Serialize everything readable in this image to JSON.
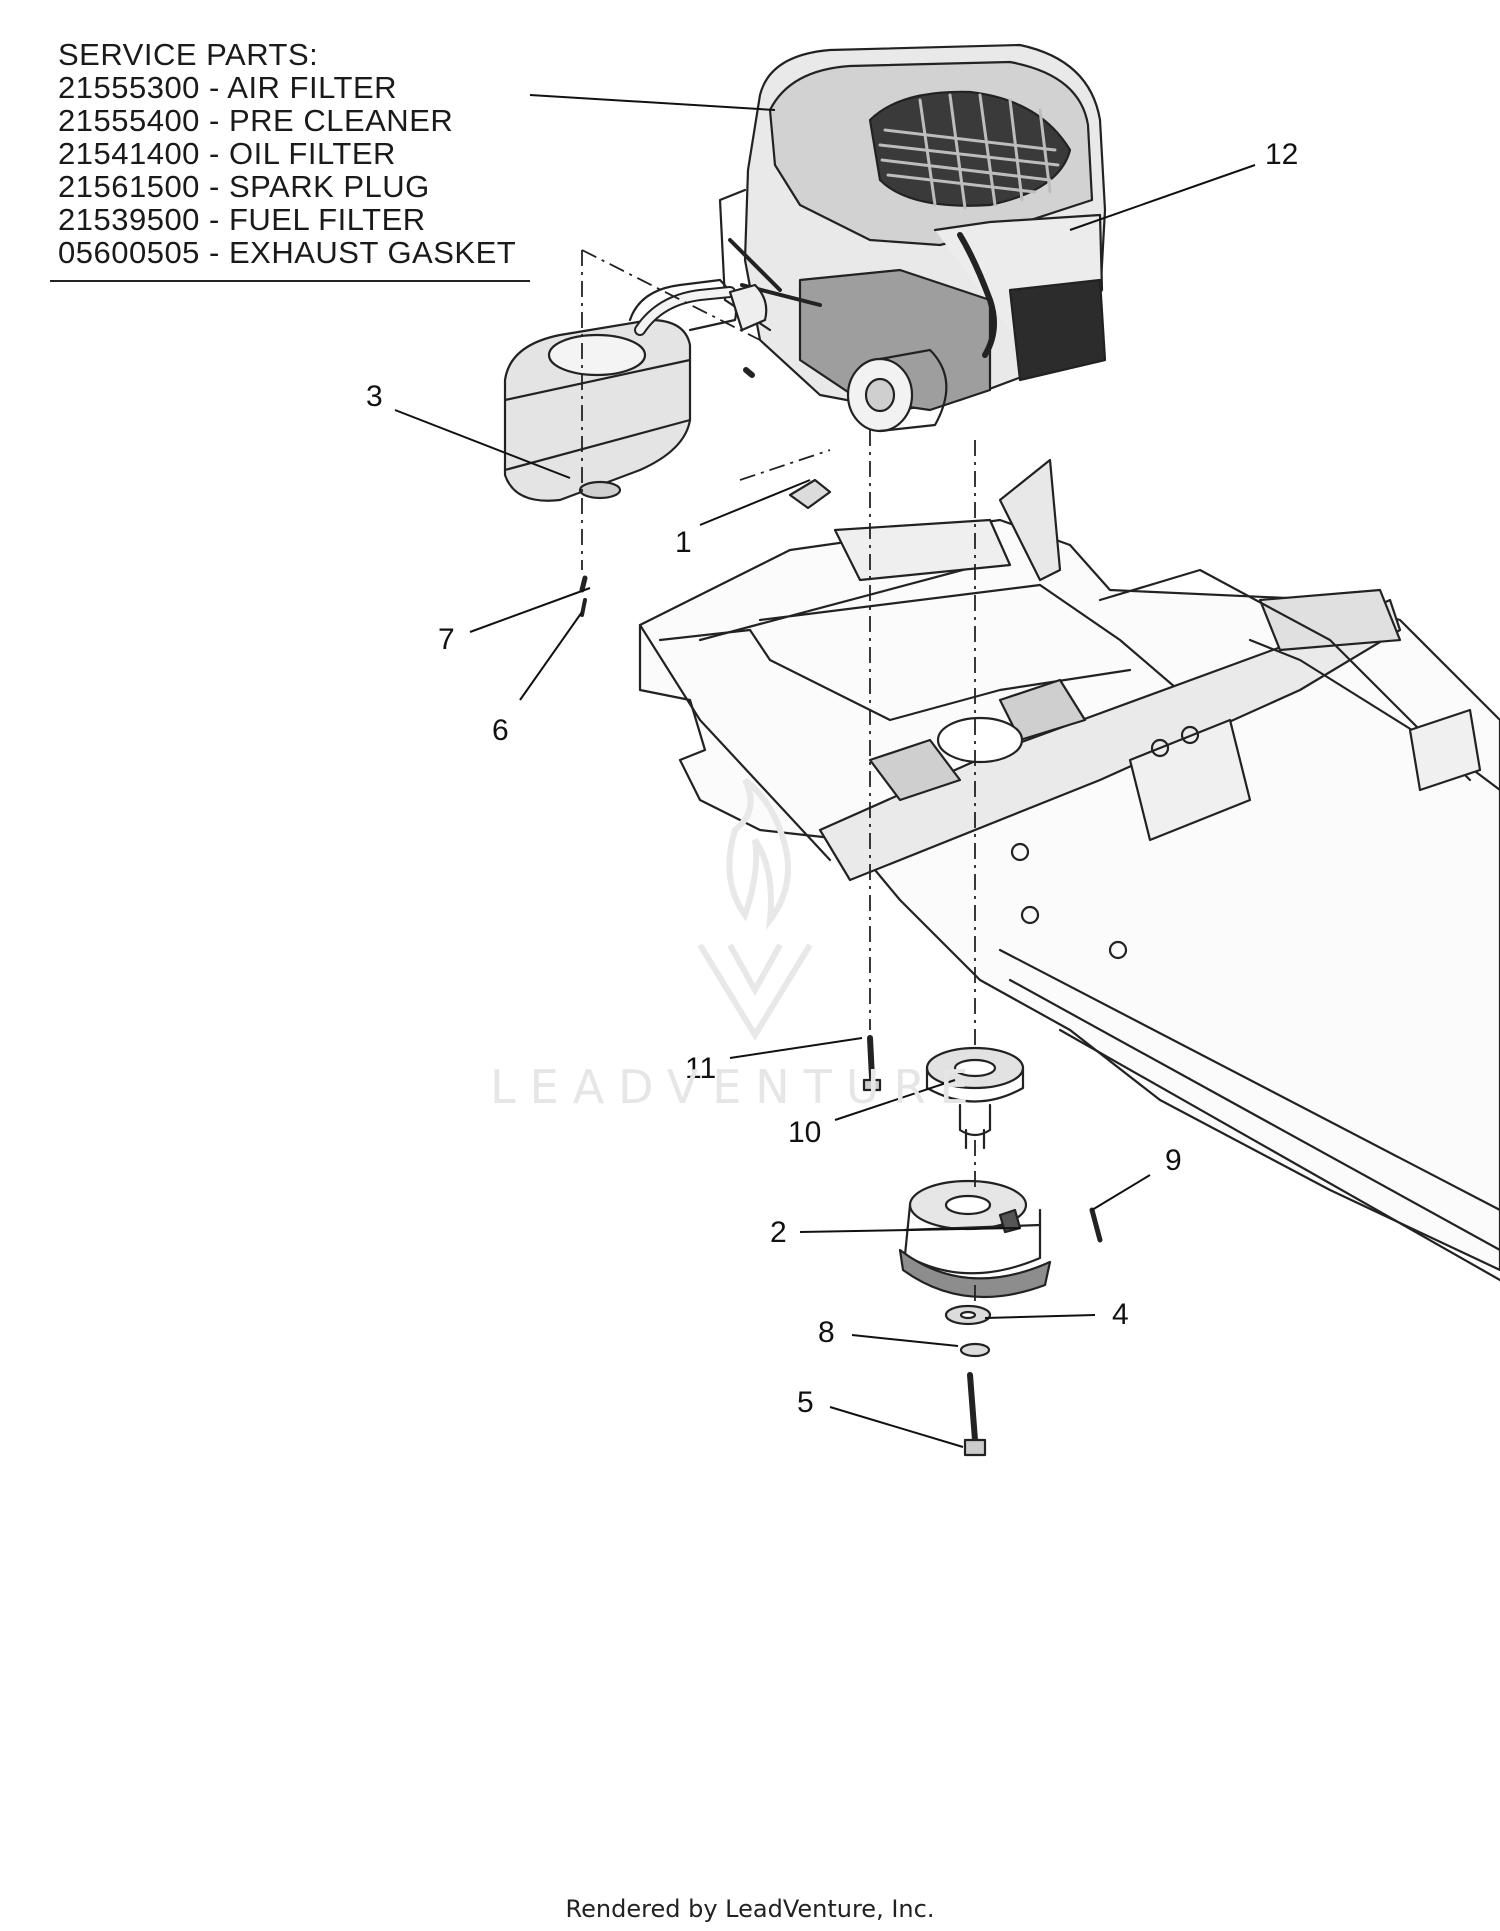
{
  "service_parts": {
    "heading": "SERVICE PARTS:",
    "items": [
      "21555300 - AIR FILTER",
      "21555400 - PRE CLEANER",
      "21541400 - OIL FILTER",
      "21561500 - SPARK PLUG",
      "21539500 - FUEL FILTER",
      "05600505 - EXHAUST GASKET"
    ]
  },
  "callouts": [
    "1",
    "2",
    "3",
    "4",
    "5",
    "6",
    "7",
    "8",
    "9",
    "10",
    "11",
    "12"
  ],
  "watermark": "LEADVENTURE",
  "footer": "Rendered by LeadVenture, Inc."
}
